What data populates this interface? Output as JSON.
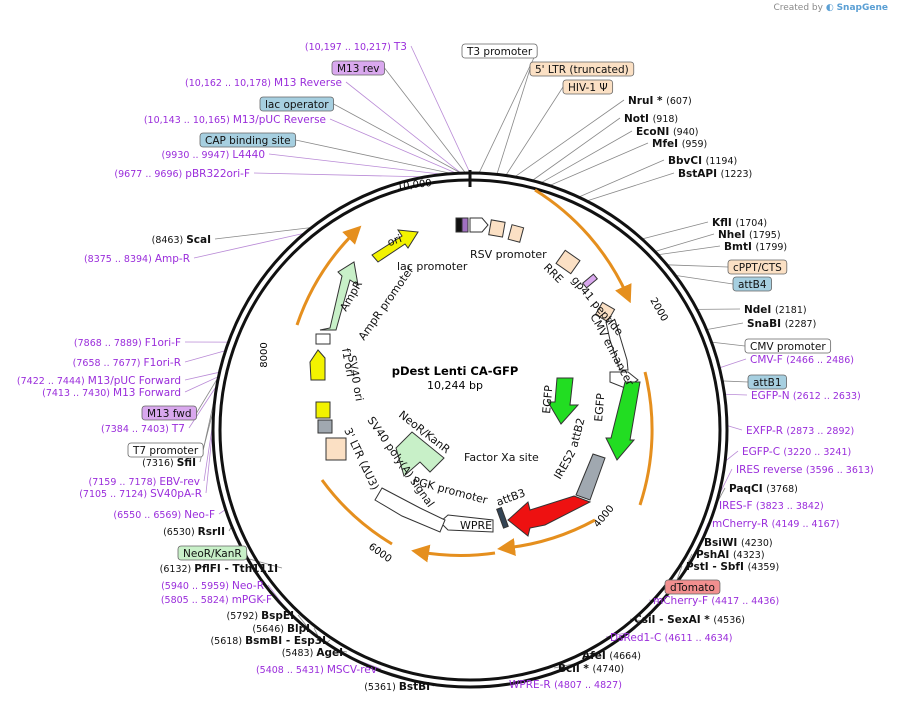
{
  "watermark": {
    "prefix": "Created by",
    "brand": "SnapGene"
  },
  "plasmid": {
    "name": "pDest Lenti CA-GFP",
    "size_text": "10,244 bp"
  },
  "ticks": [
    "10,000",
    "2000",
    "4000",
    "6000",
    "8000"
  ],
  "colors": {
    "enzyme": "#111111",
    "primer": "#9a2ddb",
    "orange": "#e58f1e",
    "feature_peach": "#fbe0c4",
    "feature_blue": "#a6cfe0",
    "feature_purple": "#d9a8ee",
    "feature_red": "#f28f8f",
    "feature_green": "#c8f0c8",
    "white": "#ffffff"
  },
  "features": [
    {
      "id": "feat-ltr5",
      "label": "5' LTR (truncated)",
      "fill": "#fbe0c4"
    },
    {
      "id": "feat-hiv",
      "label": "HIV-1 Ψ",
      "fill": "#fbe0c4"
    },
    {
      "id": "feat-t3prom",
      "label": "T3 promoter",
      "fill": "#ffffff"
    },
    {
      "id": "feat-m13rev",
      "label": "M13 rev",
      "fill": "#d9a8ee"
    },
    {
      "id": "feat-lacop",
      "label": "lac operator",
      "fill": "#a6cfe0"
    },
    {
      "id": "feat-cap",
      "label": "CAP binding site",
      "fill": "#a6cfe0"
    },
    {
      "id": "feat-cppt",
      "label": "cPPT/CTS",
      "fill": "#fbe0c4"
    },
    {
      "id": "feat-attb4",
      "label": "attB4",
      "fill": "#a6cfe0"
    },
    {
      "id": "feat-cmvprom",
      "label": "CMV promoter",
      "fill": "#ffffff"
    },
    {
      "id": "feat-attb1",
      "label": "attB1",
      "fill": "#a6cfe0"
    },
    {
      "id": "feat-m13fwd",
      "label": "M13 fwd",
      "fill": "#d9a8ee"
    },
    {
      "id": "feat-t7prom",
      "label": "T7 promoter",
      "fill": "#ffffff"
    },
    {
      "id": "feat-neokan",
      "label": "NeoR/KanR",
      "fill": "#c8f0c8"
    },
    {
      "id": "feat-dtomato",
      "label": "dTomato",
      "fill": "#f28f8f"
    }
  ],
  "labels": [
    {
      "pos": "(10,197 .. 10,217)",
      "name": "T3",
      "kind": "primer"
    },
    {
      "pos": "(10,162 .. 10,178)",
      "name": "M13 Reverse",
      "kind": "primer"
    },
    {
      "pos": "(10,143 .. 10,165)",
      "name": "M13/pUC Reverse",
      "kind": "primer"
    },
    {
      "pos": "(9930 .. 9947)",
      "name": "L4440",
      "kind": "primer"
    },
    {
      "pos": "(9677 .. 9696)",
      "name": "pBR322ori-F",
      "kind": "primer"
    },
    {
      "pos": "(8463)",
      "name": "ScaI",
      "kind": "enzyme"
    },
    {
      "pos": "(8375 .. 8394)",
      "name": "Amp-R",
      "kind": "primer"
    },
    {
      "pos": "(7868 .. 7889)",
      "name": "F1ori-F",
      "kind": "primer"
    },
    {
      "pos": "(7658 .. 7677)",
      "name": "F1ori-R",
      "kind": "primer"
    },
    {
      "pos": "(7422 .. 7444)",
      "name": "M13/pUC Forward",
      "kind": "primer"
    },
    {
      "pos": "(7413 .. 7430)",
      "name": "M13 Forward",
      "kind": "primer"
    },
    {
      "pos": "(7384 .. 7403)",
      "name": "T7",
      "kind": "primer"
    },
    {
      "pos": "(7316)",
      "name": "SfiI",
      "kind": "enzyme"
    },
    {
      "pos": "(7159 .. 7178)",
      "name": "EBV-rev",
      "kind": "primer"
    },
    {
      "pos": "(7105 .. 7124)",
      "name": "SV40pA-R",
      "kind": "primer"
    },
    {
      "pos": "(6550 .. 6569)",
      "name": "Neo-F",
      "kind": "primer"
    },
    {
      "pos": "(6530)",
      "name": "RsrII",
      "kind": "enzyme"
    },
    {
      "pos": "(6132)",
      "name": "PflFI - Tth111I",
      "kind": "enzyme"
    },
    {
      "pos": "(5940 .. 5959)",
      "name": "Neo-R",
      "kind": "primer"
    },
    {
      "pos": "(5805 .. 5824)",
      "name": "mPGK-F",
      "kind": "primer"
    },
    {
      "pos": "(5792)",
      "name": "BspEI",
      "kind": "enzyme"
    },
    {
      "pos": "(5646)",
      "name": "BlpI",
      "kind": "enzyme"
    },
    {
      "pos": "(5618)",
      "name": "BsmBI - Esp3I",
      "kind": "enzyme"
    },
    {
      "pos": "(5483)",
      "name": "AgeI",
      "kind": "enzyme"
    },
    {
      "pos": "(5408 .. 5431)",
      "name": "MSCV-rev",
      "kind": "primer"
    },
    {
      "pos": "(5361)",
      "name": "BstBI",
      "kind": "enzyme"
    },
    {
      "pos": "(607)",
      "name": "NruI *",
      "kind": "enzyme"
    },
    {
      "pos": "(918)",
      "name": "NotI",
      "kind": "enzyme"
    },
    {
      "pos": "(940)",
      "name": "EcoNI",
      "kind": "enzyme"
    },
    {
      "pos": "(959)",
      "name": "MfeI",
      "kind": "enzyme"
    },
    {
      "pos": "(1194)",
      "name": "BbvCI",
      "kind": "enzyme"
    },
    {
      "pos": "(1223)",
      "name": "BstAPI",
      "kind": "enzyme"
    },
    {
      "pos": "(1704)",
      "name": "KflI",
      "kind": "enzyme"
    },
    {
      "pos": "(1795)",
      "name": "NheI",
      "kind": "enzyme"
    },
    {
      "pos": "(1799)",
      "name": "BmtI",
      "kind": "enzyme"
    },
    {
      "pos": "(2181)",
      "name": "NdeI",
      "kind": "enzyme"
    },
    {
      "pos": "(2287)",
      "name": "SnaBI",
      "kind": "enzyme"
    },
    {
      "pos": "(2466 .. 2486)",
      "name": "CMV-F",
      "kind": "primer"
    },
    {
      "pos": "(2612 .. 2633)",
      "name": "EGFP-N",
      "kind": "primer"
    },
    {
      "pos": "(2873 .. 2892)",
      "name": "EXFP-R",
      "kind": "primer"
    },
    {
      "pos": "(3220 .. 3241)",
      "name": "EGFP-C",
      "kind": "primer"
    },
    {
      "pos": "(3596 .. 3613)",
      "name": "IRES reverse",
      "kind": "primer"
    },
    {
      "pos": "(3768)",
      "name": "PaqCI",
      "kind": "enzyme"
    },
    {
      "pos": "(3823 .. 3842)",
      "name": "IRES-F",
      "kind": "primer"
    },
    {
      "pos": "(4149 .. 4167)",
      "name": "mCherry-R",
      "kind": "primer"
    },
    {
      "pos": "(4230)",
      "name": "BsiWI",
      "kind": "enzyme"
    },
    {
      "pos": "(4323)",
      "name": "PshAI",
      "kind": "enzyme"
    },
    {
      "pos": "(4359)",
      "name": "PstI - SbfI",
      "kind": "enzyme"
    },
    {
      "pos": "(4417 .. 4436)",
      "name": "mCherry-F",
      "kind": "primer"
    },
    {
      "pos": "(4536)",
      "name": "CsiI - SexAI *",
      "kind": "enzyme"
    },
    {
      "pos": "(4611 .. 4634)",
      "name": "DsRed1-C",
      "kind": "primer"
    },
    {
      "pos": "(4664)",
      "name": "AfeI",
      "kind": "enzyme"
    },
    {
      "pos": "(4740)",
      "name": "BclI *",
      "kind": "enzyme"
    },
    {
      "pos": "(4807 .. 4827)",
      "name": "WPRE-R",
      "kind": "primer"
    }
  ],
  "inner_labels": [
    "RSV promoter",
    "lac promoter",
    "ori",
    "AmpR",
    "AmpR promoter",
    "f1 ori",
    "SV40 ori",
    "SV40 poly(A) signal",
    "3' LTR (ΔU3)",
    "NeoR/KanR",
    "PGK promoter",
    "WPRE",
    "attB3",
    "IRES2",
    "attB2",
    "EGFP",
    "EGFP",
    "CMV enhancer",
    "gp41 peptide",
    "RRE",
    "Factor Xa site"
  ]
}
